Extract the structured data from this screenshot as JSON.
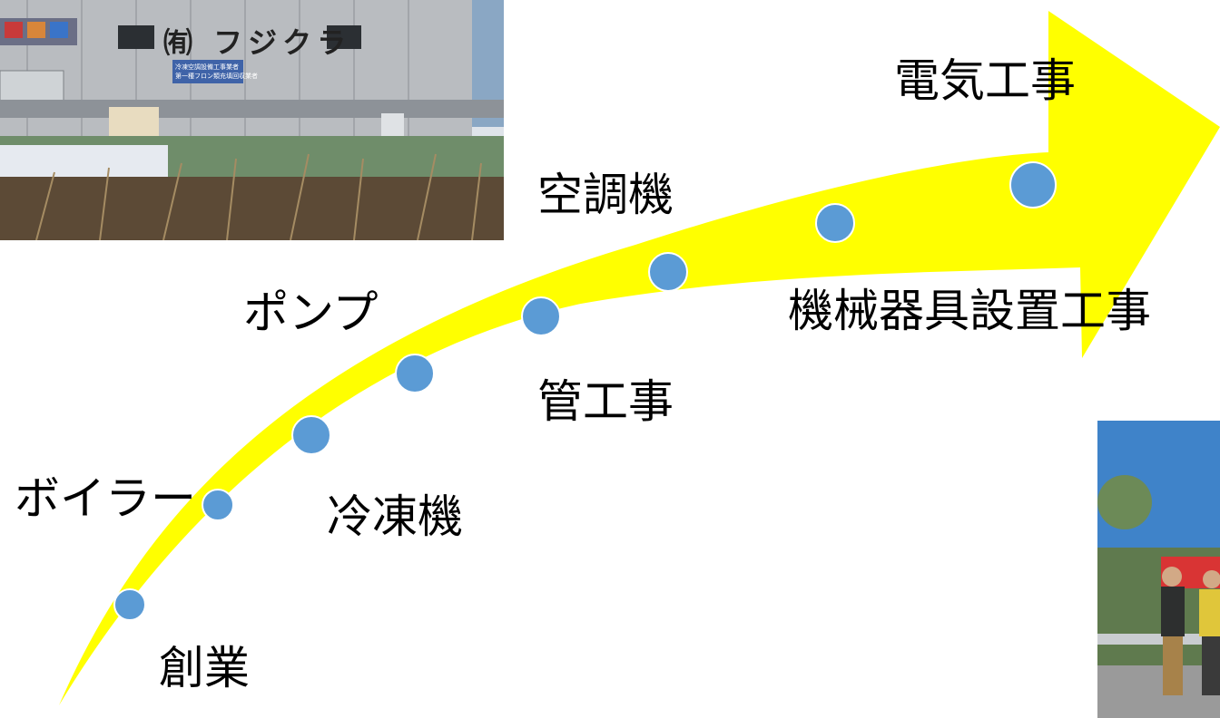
{
  "colors": {
    "arrow": "#ffff00",
    "dot": "#5b9bd5",
    "dot_border": "#ffffff",
    "text": "#000000"
  },
  "labels": {
    "founding": "創業",
    "boiler": "ボイラー",
    "refrigerator": "冷凍機",
    "pump": "ポンプ",
    "piping": "管工事",
    "air_conditioner": "空調機",
    "machinery_install": "機械器具設置工事",
    "electrical": "電気工事"
  },
  "photos": {
    "building": {
      "sign_text": "㈲ フジクラ",
      "sign_small_lines": [
        "冷凍空調設備工事業者",
        "第一種フロン類充填回収業者"
      ]
    },
    "people": {}
  }
}
